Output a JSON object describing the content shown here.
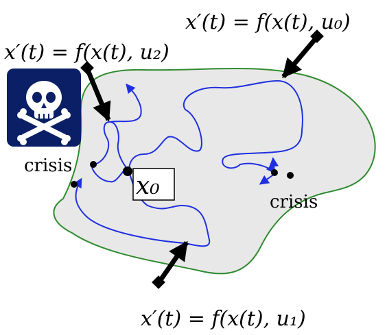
{
  "equations": {
    "u0": "x′(t) = f(x(t), u₀)",
    "u1": "x′(t) = f(x(t), u₁)",
    "u2": "x′(t) = f(x(t), u₂)"
  },
  "labels": {
    "crisis_left": "crisis",
    "crisis_right": "crisis",
    "initial_state": "x₀"
  },
  "icons": {
    "danger": "skull-and-crossbones-icon"
  },
  "colors": {
    "region_fill": "#e8e8e8",
    "region_border": "#2e8b2e",
    "trajectory": "#1f2fe0",
    "arrows": "#000000",
    "danger_bg": "#0a1f66",
    "danger_fg": "#ffffff"
  }
}
